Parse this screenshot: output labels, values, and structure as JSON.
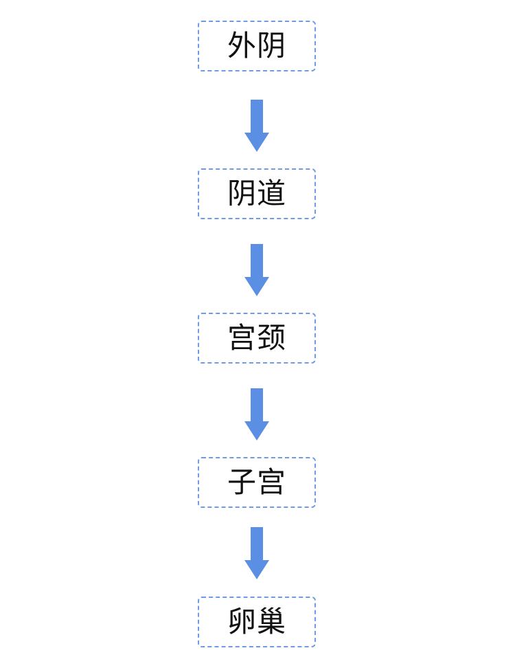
{
  "diagram": {
    "type": "vertical-flow",
    "colors": {
      "border": "#6f9be6",
      "arrow": "#5b8fe3",
      "text": "#111111"
    },
    "nodes": [
      {
        "label": "外阴"
      },
      {
        "label": "阴道"
      },
      {
        "label": "宫颈"
      },
      {
        "label": "子宫"
      },
      {
        "label": "卵巢"
      }
    ],
    "edges": [
      {
        "from": "外阴",
        "to": "阴道"
      },
      {
        "from": "阴道",
        "to": "宫颈"
      },
      {
        "from": "宫颈",
        "to": "子宫"
      },
      {
        "from": "子宫",
        "to": "卵巢"
      }
    ]
  }
}
